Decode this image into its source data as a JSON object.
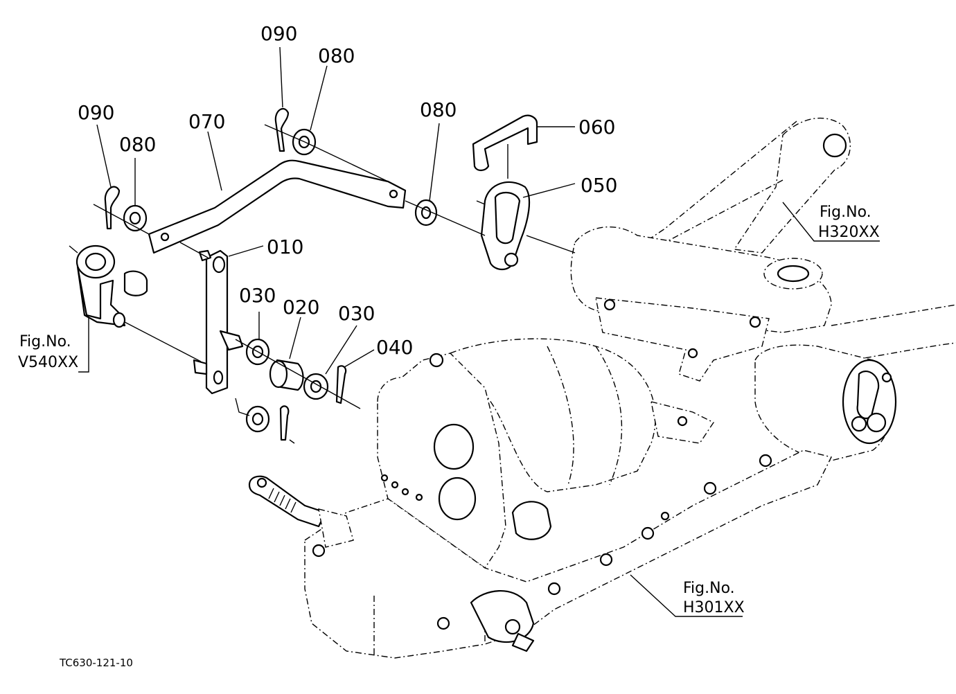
{
  "callouts": {
    "c090a": "090",
    "c080a": "080",
    "c070": "070",
    "c090b": "090",
    "c080b": "080",
    "c080c": "080",
    "c060": "060",
    "c050": "050",
    "c010": "010",
    "c030a": "030",
    "c020": "020",
    "c030b": "030",
    "c040": "040"
  },
  "figure_refs": {
    "h320": {
      "label": "Fig.No.",
      "code": "H320XX"
    },
    "v540": {
      "label": "Fig.No.",
      "code": "V540XX"
    },
    "h301": {
      "label": "Fig.No.",
      "code": "H301XX"
    }
  },
  "drawing_code": "TC630-121-10"
}
